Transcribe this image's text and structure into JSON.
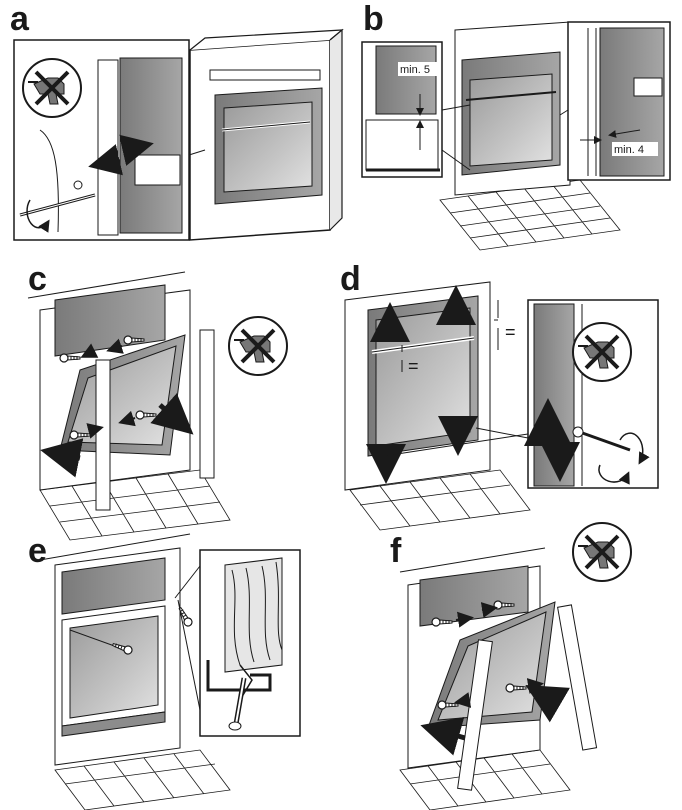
{
  "steps": [
    {
      "letter": "a"
    },
    {
      "letter": "b"
    },
    {
      "letter": "c"
    },
    {
      "letter": "d"
    },
    {
      "letter": "e"
    },
    {
      "letter": "f"
    }
  ],
  "dimensions": {
    "min_top": "min. 5",
    "min_side": "min. 4"
  },
  "equal_marks": [
    "=",
    "="
  ],
  "colors": {
    "line": "#1a1a1a",
    "glass": "#b3b3b3",
    "panel": "#8c8c8c",
    "wood_light": "#e6e6e6"
  },
  "icons": [
    "no-drill-icon",
    "no-drill-icon",
    "no-drill-icon",
    "no-drill-icon",
    "screwdriver-icon"
  ]
}
